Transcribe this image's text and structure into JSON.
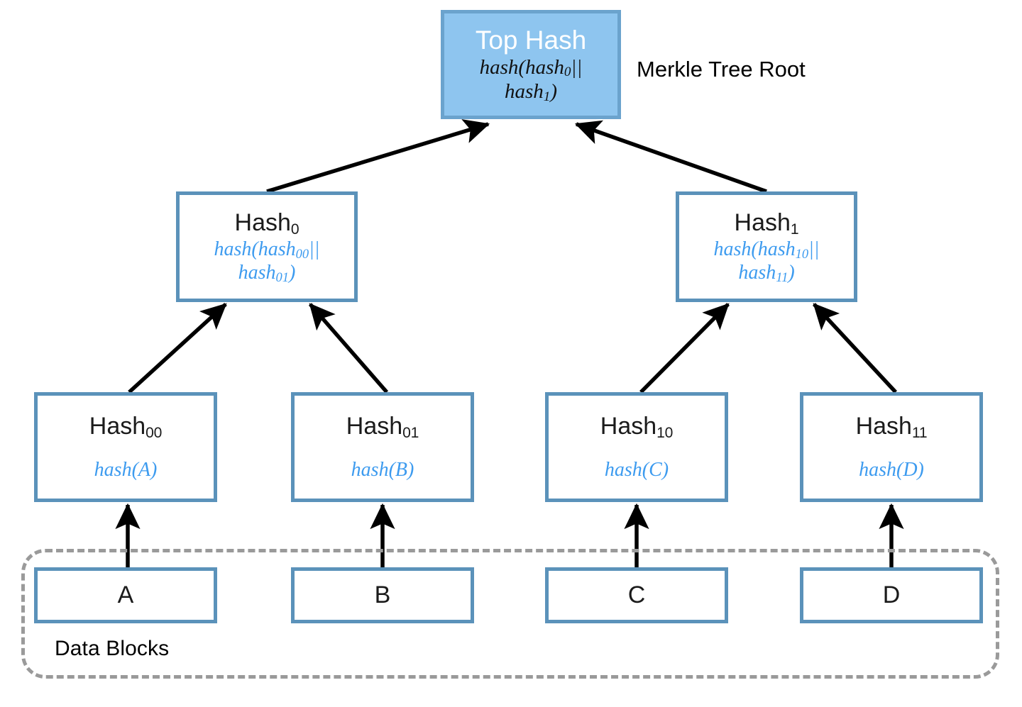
{
  "diagram": {
    "title_annotation": "Merkle Tree Root",
    "group_label": "Data Blocks",
    "colors": {
      "node_border": "#5b92ba",
      "root_fill": "#8ec5ef",
      "root_border": "#6ba3cd",
      "formula_blue": "#3d9bef",
      "group_dash": "#9a9a9a",
      "arrow": "#000000",
      "text": "#1b1b1b"
    },
    "root": {
      "title": "Top Hash",
      "formula_prefix": "hash(hash",
      "formula_sub1": "0",
      "formula_mid": "||\nhash",
      "formula_sub2": "1",
      "formula_suffix": ")"
    },
    "level2": [
      {
        "title": "Hash",
        "sub": "0",
        "formula_prefix": "hash(hash",
        "formula_sub1": "00",
        "formula_mid": "||\nhash",
        "formula_sub2": "01",
        "formula_suffix": ")"
      },
      {
        "title": "Hash",
        "sub": "1",
        "formula_prefix": "hash(hash",
        "formula_sub1": "10",
        "formula_mid": "||\nhash",
        "formula_sub2": "11",
        "formula_suffix": ")"
      }
    ],
    "leaves": [
      {
        "title": "Hash",
        "sub": "00",
        "formula": "hash(A)"
      },
      {
        "title": "Hash",
        "sub": "01",
        "formula": "hash(B)"
      },
      {
        "title": "Hash",
        "sub": "10",
        "formula": "hash(C)"
      },
      {
        "title": "Hash",
        "sub": "11",
        "formula": "hash(D)"
      }
    ],
    "data_blocks": [
      {
        "label": "A"
      },
      {
        "label": "B"
      },
      {
        "label": "C"
      },
      {
        "label": "D"
      }
    ]
  }
}
